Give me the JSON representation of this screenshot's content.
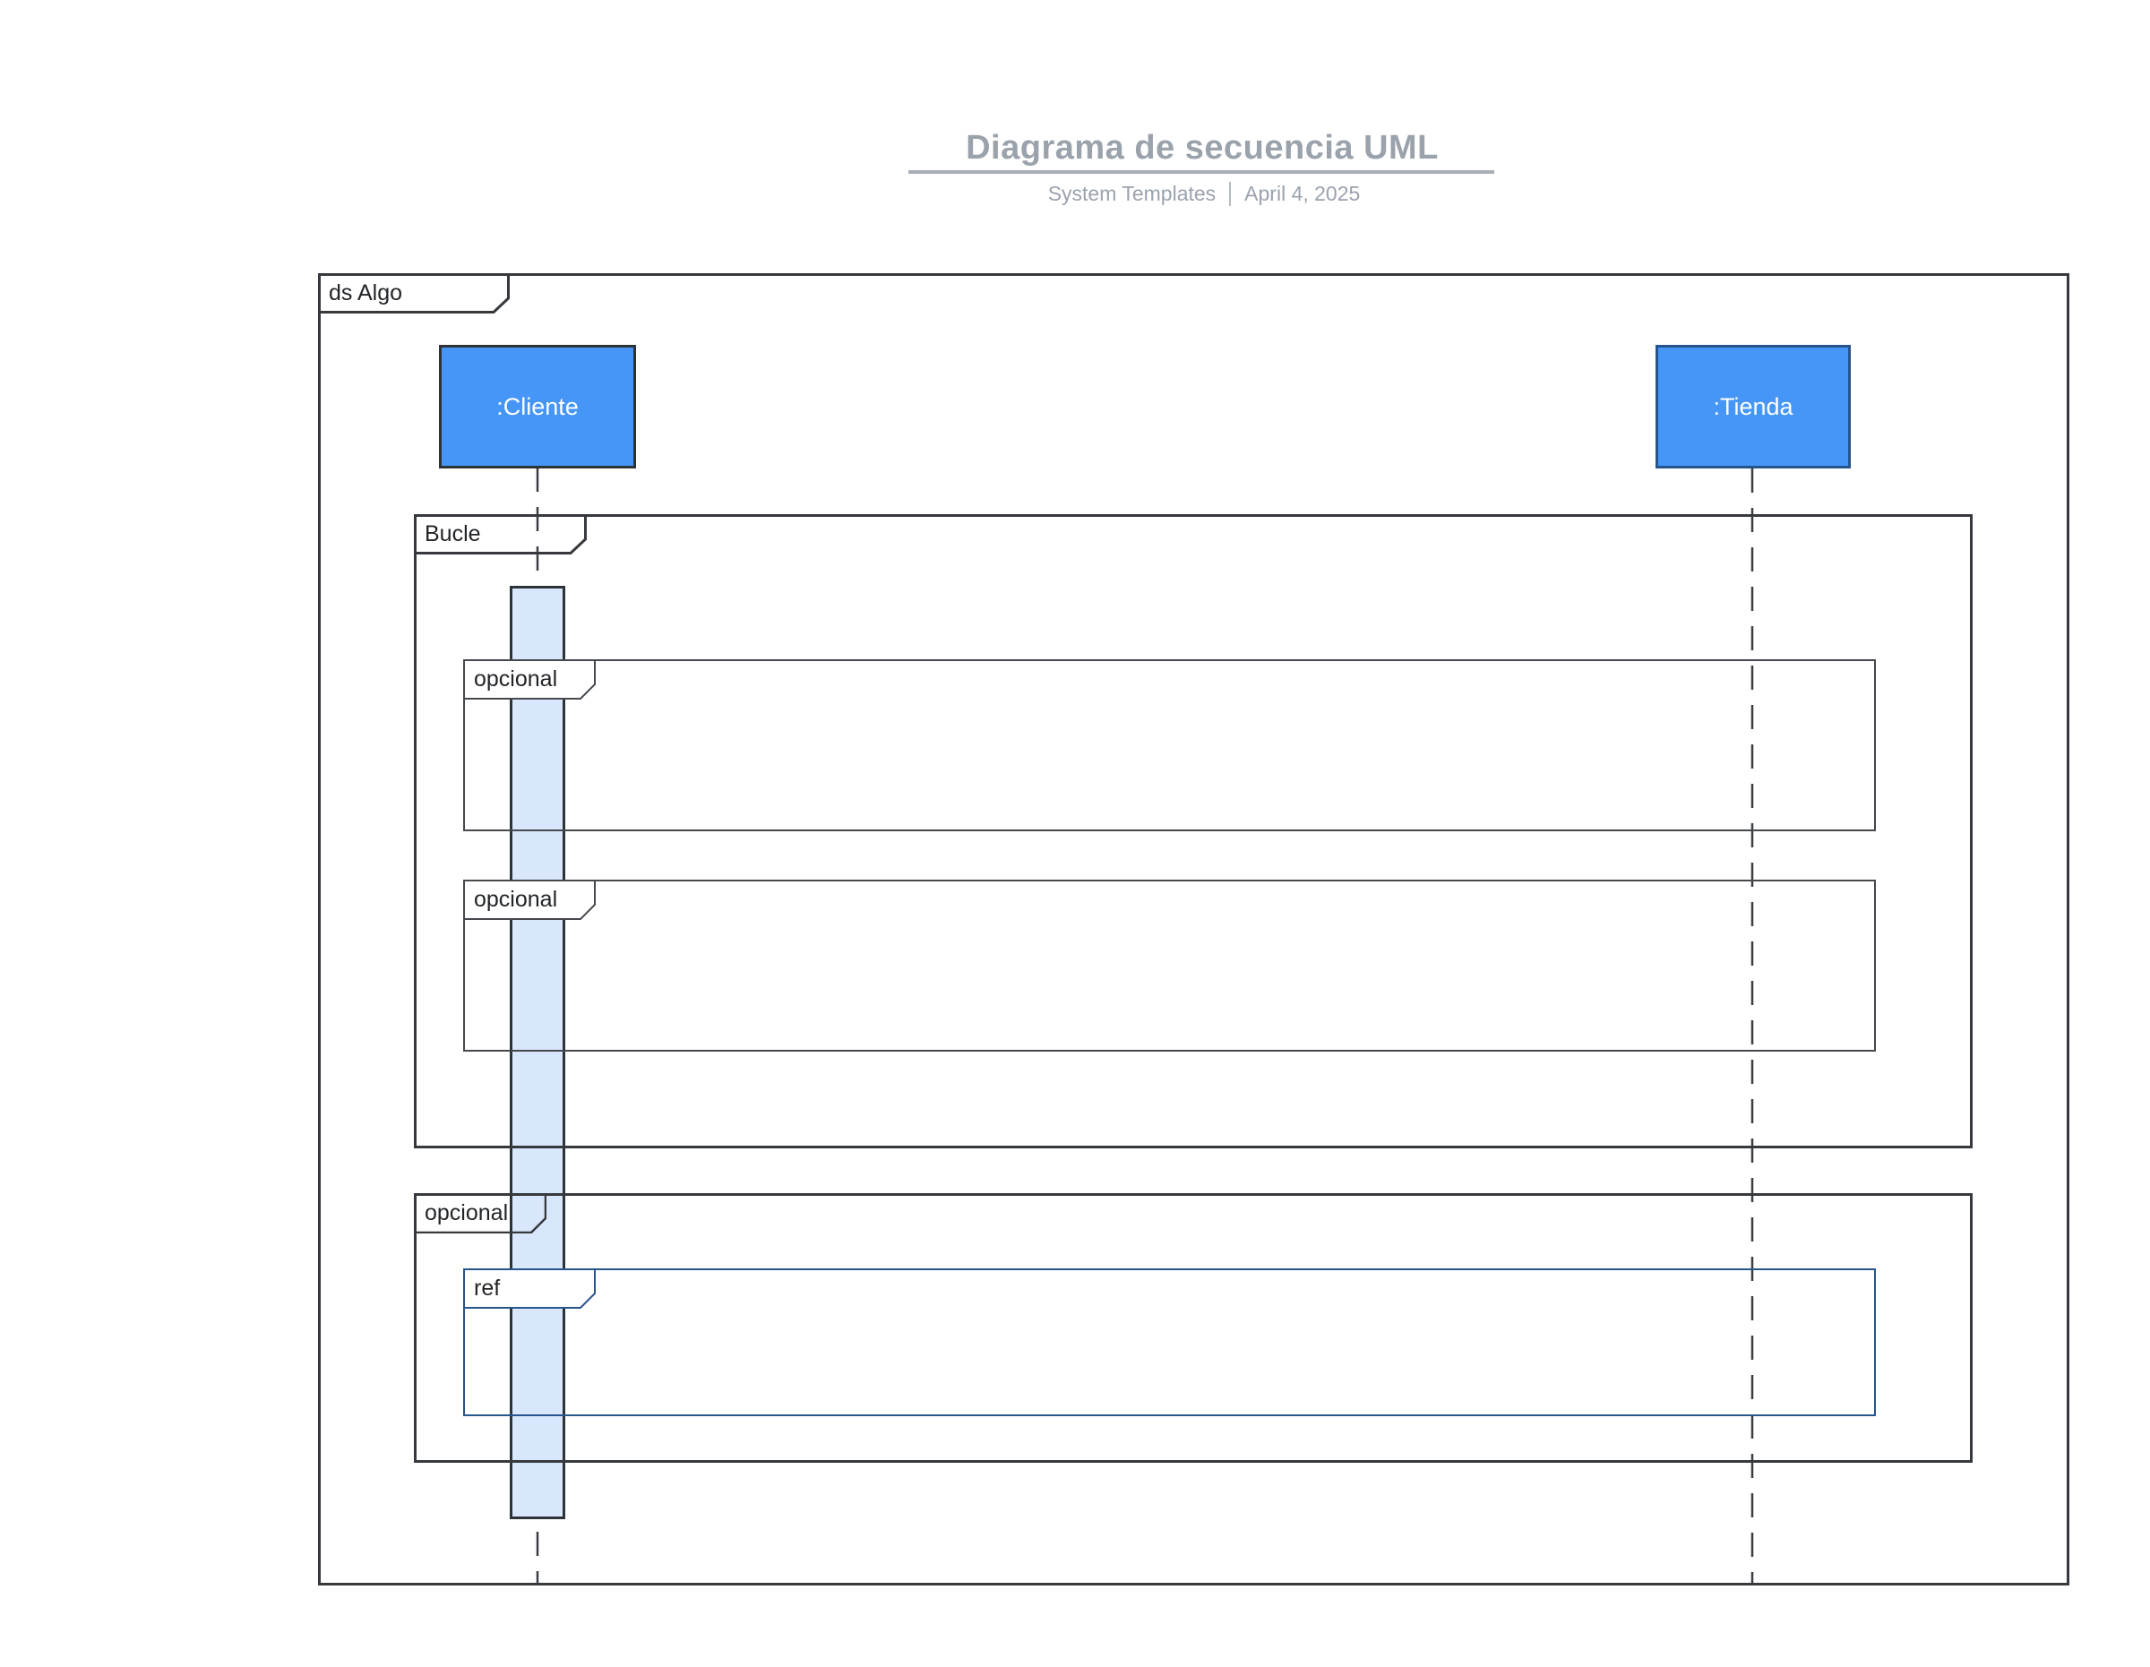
{
  "header": {
    "title": "Diagrama de secuencia UML",
    "author": "System Templates",
    "separator": "|",
    "date": "April 4, 2025"
  },
  "diagram": {
    "frame": {
      "label": "ds Algo"
    },
    "actors": [
      {
        "id": "cliente",
        "label": ":Cliente"
      },
      {
        "id": "tienda",
        "label": ":Tienda"
      }
    ],
    "fragments": [
      {
        "type": "loop",
        "label": "Bucle"
      },
      {
        "type": "opt",
        "label": "opcional"
      },
      {
        "type": "opt",
        "label": "opcional"
      },
      {
        "type": "opt",
        "label": "opcional"
      },
      {
        "type": "ref",
        "label": "ref"
      }
    ],
    "colors": {
      "actor_fill": "#4596f7",
      "actor_border_dark": "#2e3338",
      "actor_border_navy": "#27548c",
      "frame_border": "#36393d",
      "inner_frame_border": "#45494e",
      "ref_border": "#27548c",
      "activation_fill": "#d9e7fc",
      "lifeline": "#3a3e43",
      "title_gray": "#9aa2ab",
      "underline_gray": "#a9afb7"
    }
  }
}
